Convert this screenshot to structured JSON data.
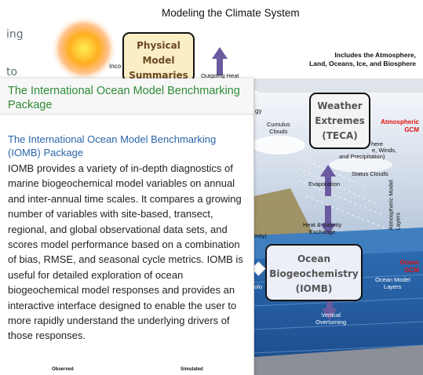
{
  "background_page": {
    "text_fragment_1": "ing",
    "text_fragment_2": "to"
  },
  "diagram": {
    "title": "Modeling the Climate System",
    "boxes": {
      "physical": [
        "Physical",
        "Model",
        "Summaries"
      ],
      "weather": [
        "Weather",
        "Extremes",
        "(TECA)"
      ],
      "ocean": [
        "Ocean",
        "Biogeochemistry",
        "(IOMB)"
      ]
    },
    "labels": {
      "incoming": "Inco",
      "outgoing_heat": "Outgoing Heat",
      "includes": [
        "Includes the Atmosphere,",
        "Land, Oceans, Ice, and Biosphere"
      ],
      "gy": "gy",
      "cumulus": [
        "Cumulus",
        "Clouds"
      ],
      "atmospheric_gcm": [
        "Atmospheric",
        "GCM"
      ],
      "here": "here",
      "winds": "e, Winds,",
      "precip": "and Precipitation)",
      "status_clouds": "Status Clouds",
      "evaporation": "Evaporation",
      "atm_model_layers": "Atmospheric Model Layers",
      "heat_salinity": [
        "Heat & Salinity",
        "Exchange"
      ],
      "inity": "inity)",
      "ocean_gcm": [
        "Ocean",
        "GCM"
      ],
      "ocean_model_layers": [
        "Ocean Model",
        "Layers"
      ],
      "olo": "olo",
      "vertical_overturning": [
        "Vertical",
        "Overturning"
      ]
    },
    "colors": {
      "box_fill_physical": "#fbeec7",
      "box_fill_weather": "#f4f3f6",
      "box_fill_ocean": "#eceef8",
      "gcm_red": "#e01010",
      "ocean_blue": "#2c5fa8"
    }
  },
  "popover": {
    "title": "The International Ocean Model Benchmarking Package",
    "link": "The International Ocean Model Benchmarking (IOMB) Package",
    "description": "IOMB provides a variety of in-depth diagnostics of marine biogeochemical model variables on annual and inter-annual time scales. It compares a growing number of variables with site-based, transect, regional, and global observational data sets, and scores model performance based on a combination of bias, RMSE, and seasonal cycle metrics. IOMB is useful for detailed exploration of ocean biogeochemical model responses and provides an interactive interface designed to enable the user to more rapidly understand the underlying drivers of those responses.",
    "thumbnail_labels": {
      "observed": "Observed",
      "simulated": "Simulated"
    },
    "colors": {
      "title": "#2e8a36",
      "link": "#2b66a8"
    }
  }
}
